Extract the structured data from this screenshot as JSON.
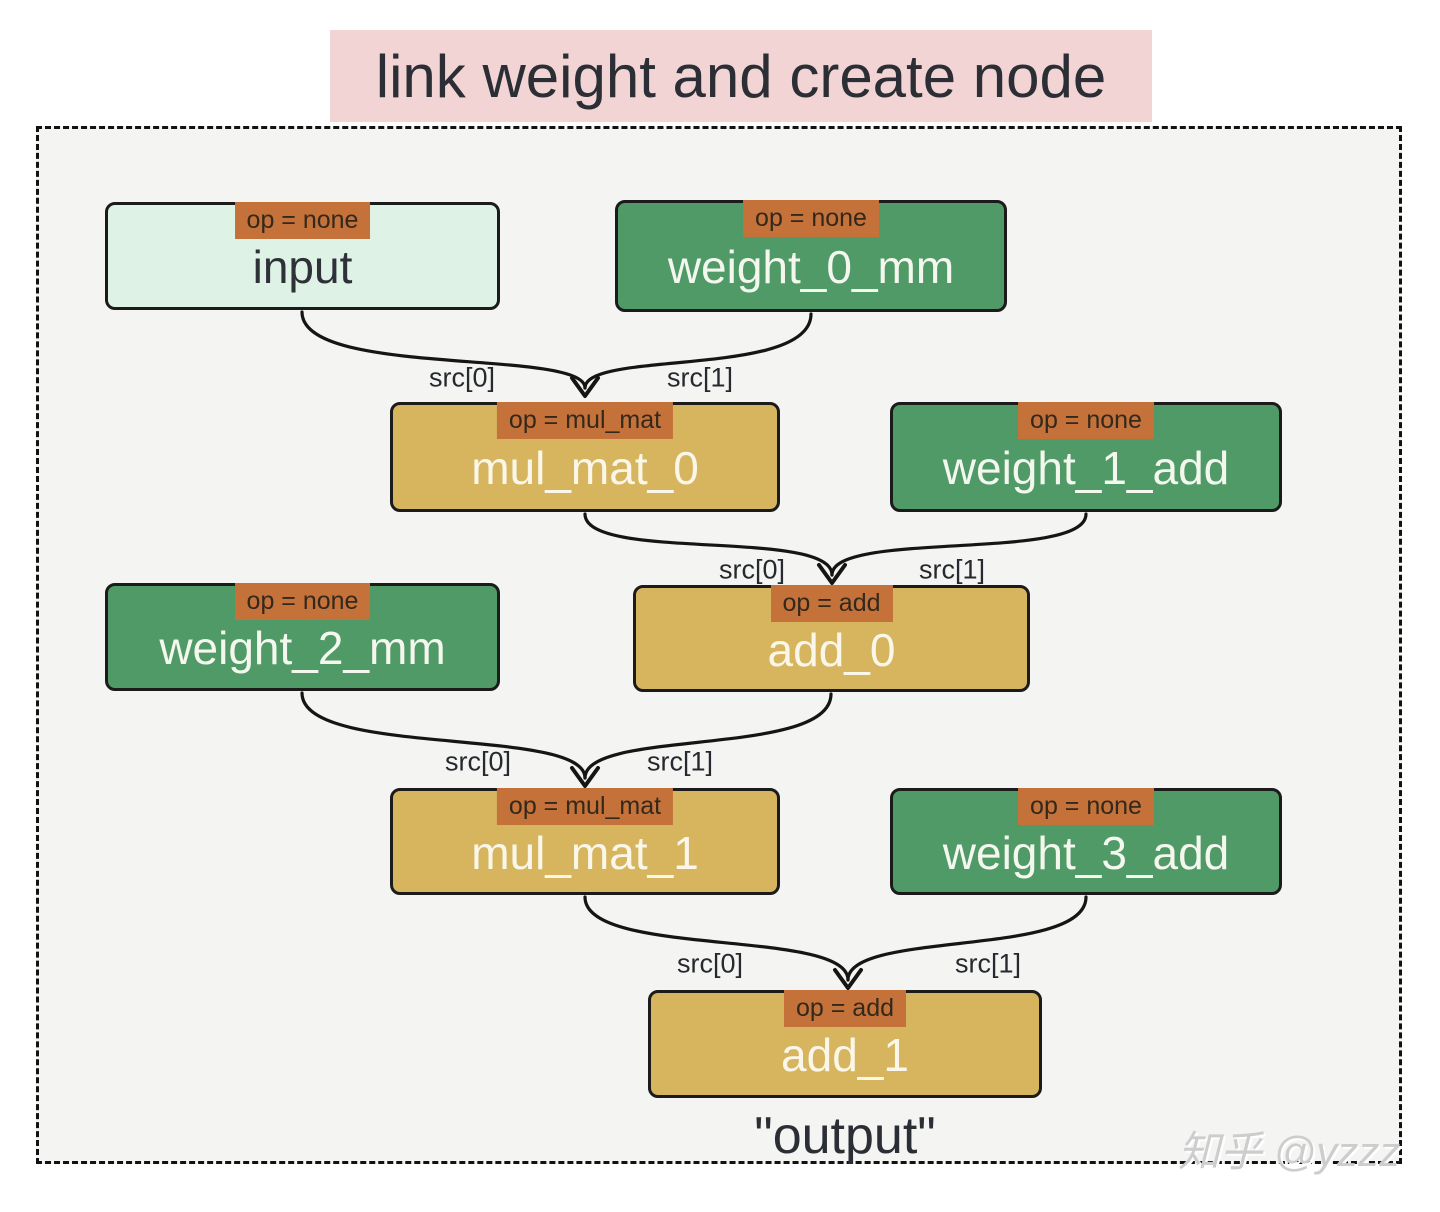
{
  "title": {
    "text": "link weight and create node"
  },
  "nodes": [
    {
      "id": "input",
      "label": "input",
      "op": "op = none",
      "kind": "input"
    },
    {
      "id": "weight_0_mm",
      "label": "weight_0_mm",
      "op": "op = none",
      "kind": "weight"
    },
    {
      "id": "mul_mat_0",
      "label": "mul_mat_0",
      "op": "op = mul_mat",
      "kind": "op"
    },
    {
      "id": "weight_1_add",
      "label": "weight_1_add",
      "op": "op = none",
      "kind": "weight"
    },
    {
      "id": "weight_2_mm",
      "label": "weight_2_mm",
      "op": "op = none",
      "kind": "weight"
    },
    {
      "id": "add_0",
      "label": "add_0",
      "op": "op = add",
      "kind": "op"
    },
    {
      "id": "mul_mat_1",
      "label": "mul_mat_1",
      "op": "op = mul_mat",
      "kind": "op"
    },
    {
      "id": "weight_3_add",
      "label": "weight_3_add",
      "op": "op = none",
      "kind": "weight"
    },
    {
      "id": "add_1",
      "label": "add_1",
      "op": "op = add",
      "kind": "op"
    }
  ],
  "edges": [
    {
      "target": "mul_mat_0",
      "src0": "src[0]",
      "src1": "src[1]"
    },
    {
      "target": "add_0",
      "src0": "src[0]",
      "src1": "src[1]"
    },
    {
      "target": "mul_mat_1",
      "src0": "src[0]",
      "src1": "src[1]"
    },
    {
      "target": "add_1",
      "src0": "src[0]",
      "src1": "src[1]"
    }
  ],
  "output_label": "\"output\"",
  "watermark": {
    "text": "知乎 @yzzz"
  },
  "colors": {
    "title_bg": "#f2d4d4",
    "canvas_bg": "#f4f4f2",
    "weight_node": "#4f9a66",
    "op_node": "#d6b55e",
    "input_node": "#dff2e6",
    "badge": "#c4713a",
    "edge": "#151515"
  }
}
